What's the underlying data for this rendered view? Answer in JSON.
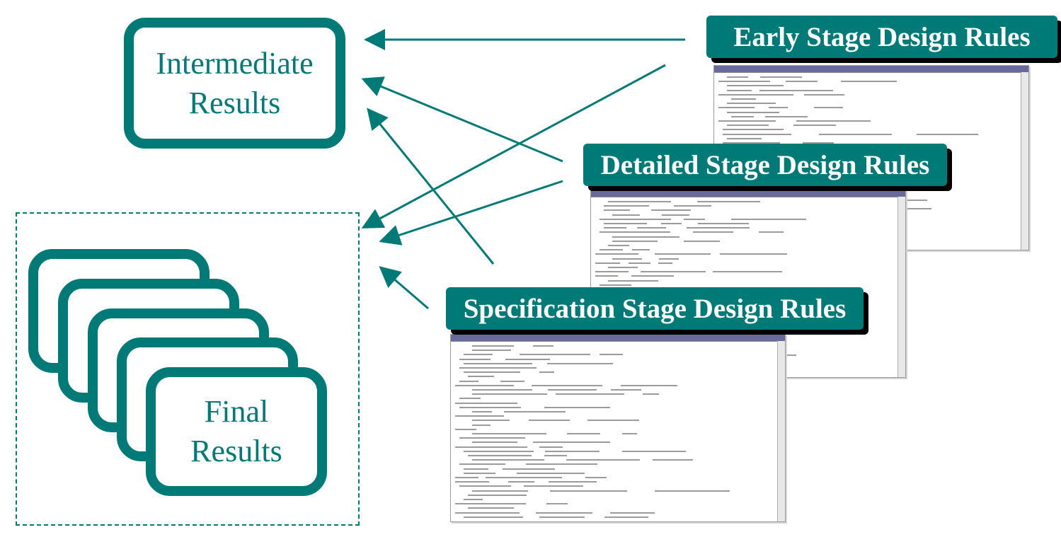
{
  "intermediate": {
    "line1": "Intermediate",
    "line2": "Results"
  },
  "final": {
    "line1": "Final",
    "line2": "Results"
  },
  "rules": {
    "early": "Early Stage Design Rules",
    "detailed": "Detailed Stage Design Rules",
    "specification": "Specification Stage Design Rules"
  },
  "colors": {
    "teal": "#007a76",
    "shadow": "#000000"
  }
}
